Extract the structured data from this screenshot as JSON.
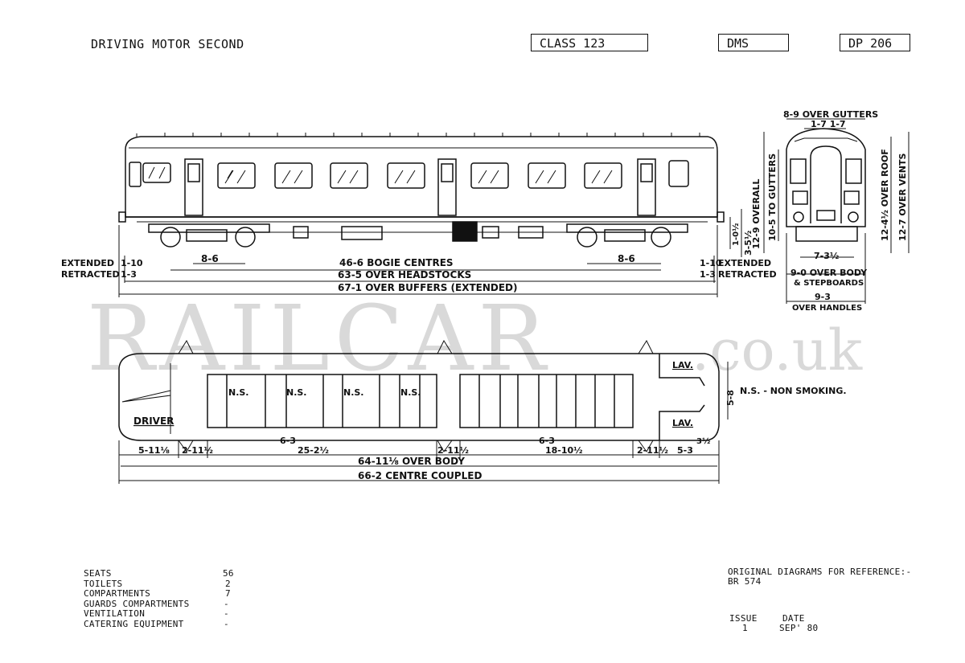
{
  "header": {
    "title": "DRIVING MOTOR SECOND",
    "class_label": "CLASS 123",
    "code": "DMS",
    "diagram_no": "DP 206"
  },
  "watermark": {
    "main": "RAILCAR",
    "suffix": ".co.uk"
  },
  "side_view": {
    "dims": {
      "bogie_wheelbase_left": "8-6",
      "bogie_wheelbase_right": "8-6",
      "bogie_centres": "46-6 BOGIE CENTRES",
      "over_headstocks": "63-5 OVER HEADSTOCKS",
      "over_buffers": "67-1 OVER BUFFERS (EXTENDED)",
      "buffer_extended": "1-10",
      "buffer_retracted": "1-3",
      "label_extended": "EXTENDED",
      "label_retracted": "RETRACTED",
      "buffer_height": "3-5½",
      "step_height": "1-0½"
    }
  },
  "end_view": {
    "over_gutters": "8-9 OVER GUTTERS",
    "window_spacing": "1-7  1-7",
    "overall_height": "12-9 OVERALL",
    "gutter_height": "10-5 TO GUTTERS",
    "roof_height": "12-4½ OVER ROOF",
    "vents_height": "12-7 OVER VENTS",
    "bogie_width": "7-3½",
    "body_width": "9-0 OVER BODY",
    "stepboards": "& STEPBOARDS",
    "handles_width": "9-3",
    "handles_label": "OVER HANDLES"
  },
  "plan_view": {
    "driver_label": "DRIVER",
    "lav_label": "LAV.",
    "non_smoking_mark": "N.S.",
    "legend": "N.S. - NON SMOKING.",
    "gangway_width": "5-8",
    "dims": {
      "cab": "5-11⅛",
      "door_left_1": "2-11½",
      "bay_pitch_left": "6-3",
      "saloon_left": "25-2½",
      "door_mid": "2-11½",
      "bay_pitch_right": "6-3",
      "saloon_right": "18-10½",
      "door_right": "2-11½",
      "lav_end": "5-3",
      "end_small": "3½",
      "over_body": "64-11⅛ OVER BODY",
      "centre_coupled": "66-2 CENTRE COUPLED"
    }
  },
  "stats": [
    {
      "label": "SEATS",
      "value": "56"
    },
    {
      "label": "TOILETS",
      "value": "2"
    },
    {
      "label": "COMPARTMENTS",
      "value": "7"
    },
    {
      "label": "GUARDS COMPARTMENTS",
      "value": "-"
    },
    {
      "label": "VENTILATION",
      "value": "-"
    },
    {
      "label": "CATERING EQUIPMENT",
      "value": "-"
    }
  ],
  "reference": {
    "line1": "ORIGINAL DIAGRAMS FOR REFERENCE:-",
    "line2": "BR 574"
  },
  "issue": {
    "issue_label": "ISSUE",
    "issue_value": "1",
    "date_label": "DATE",
    "date_value": "SEP' 80"
  }
}
